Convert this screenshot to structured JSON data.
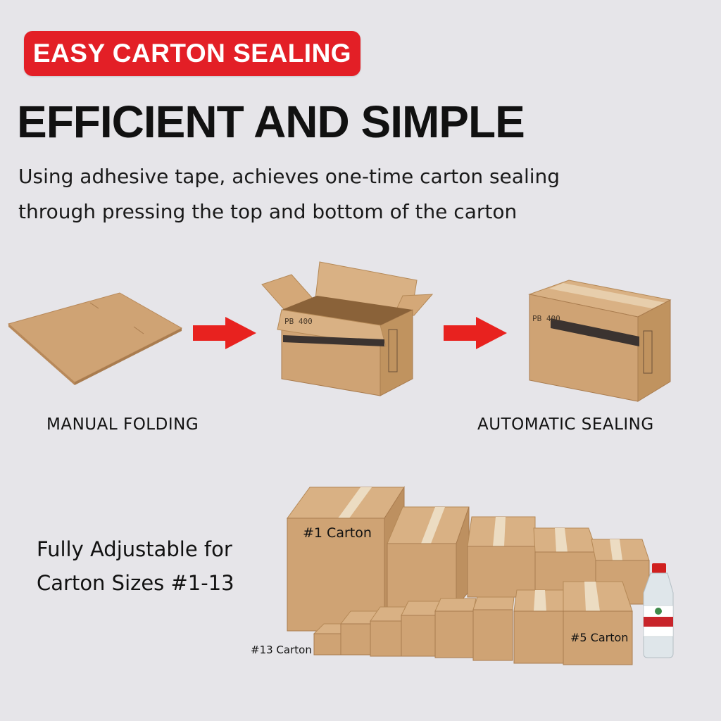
{
  "badge": {
    "label": "EASY CARTON SEALING",
    "color": "#e31f26"
  },
  "headline": "EFFICIENT AND SIMPLE",
  "description": {
    "line1": "Using adhesive tape, achieves one-time carton sealing",
    "line2": "through pressing the top and bottom of the carton"
  },
  "process": {
    "step1_label": "MANUAL FOLDING",
    "step2_label": "AUTOMATIC SEALING",
    "arrow_color": "#e8221f",
    "box_print": "PB 400"
  },
  "sizes": {
    "line1": "Fully Adjustable for",
    "line2": "Carton Sizes #1-13",
    "label_first": "#1 Carton",
    "label_mid": "#5 Carton",
    "label_last": "#13 Carton"
  },
  "colors": {
    "background": "#e6e5e9",
    "cardboard": "#cfa374"
  }
}
